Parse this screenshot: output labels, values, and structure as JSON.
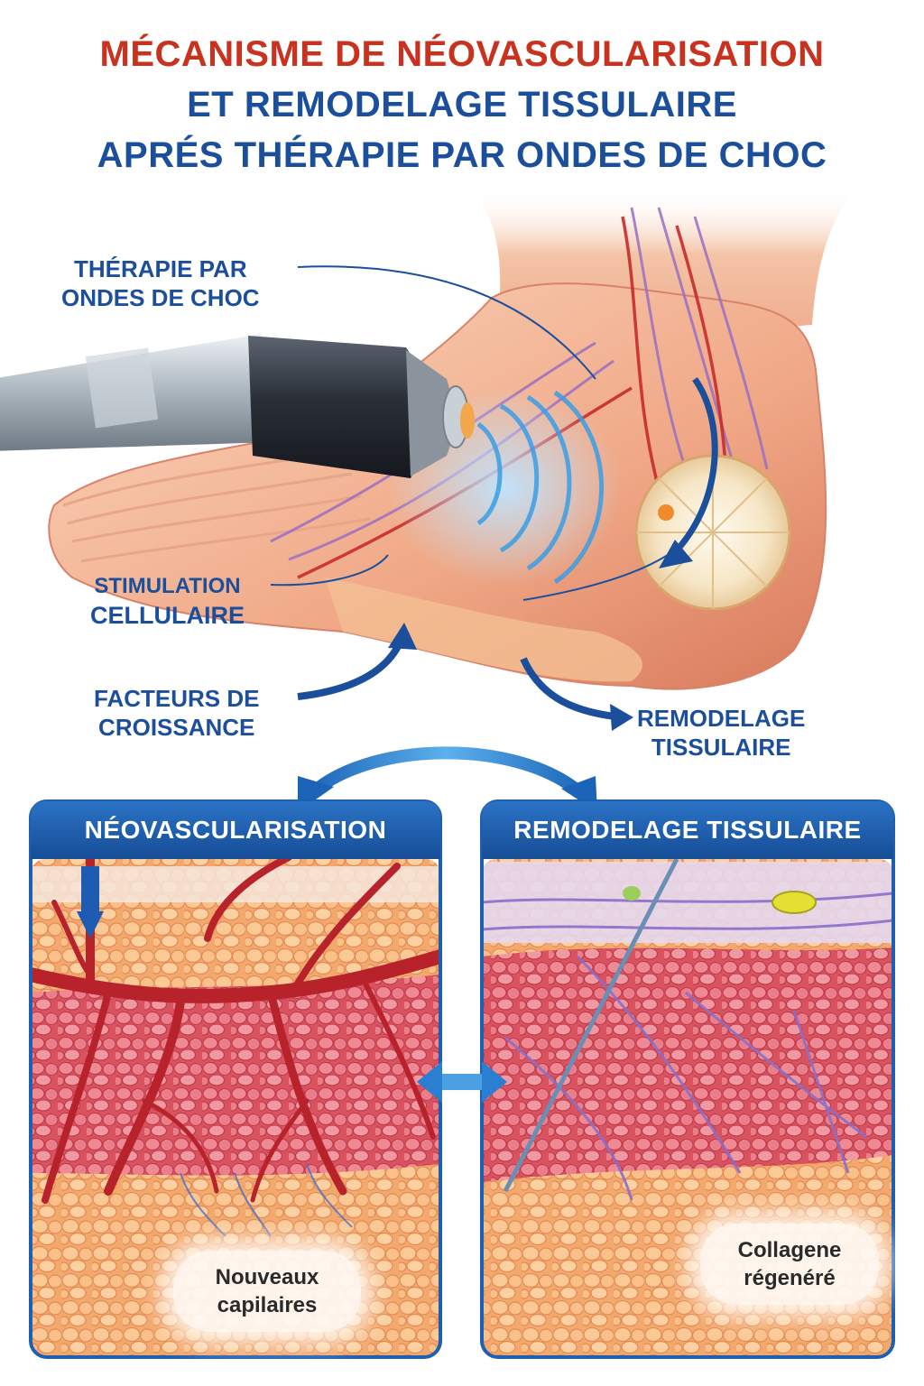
{
  "title": {
    "line1": "MÉCANISME DE NÉOVASCULARISATION",
    "line2": "ET REMODELAGE TISSULAIRE",
    "line3": "APRÉS THÉRAPIE PAR ONDES DE CHOC"
  },
  "labels": {
    "therapy": [
      "THÉRAPIE PAR",
      "ONDES DE CHOC"
    ],
    "stimulation": [
      "STIMULATION",
      "CELLULAIRE"
    ],
    "growth_factors": [
      "FACTEURS DE",
      "CROISSANCE"
    ],
    "remodeling": [
      "REMODELAGE",
      "TISSULAIRE"
    ]
  },
  "panels": {
    "left": {
      "title": "NÉOVASCULARISATION",
      "callout": [
        "Nouveaux",
        "capilaires"
      ]
    },
    "right": {
      "title": "REMODELAGE TISSULAIRE",
      "callout": [
        "Collagene",
        "régenéré"
      ]
    }
  },
  "colors": {
    "title_red": "#c8321f",
    "title_blue": "#1b4f9c",
    "panel_header": "#1d5fb0",
    "vessel_red": "#c0282c",
    "skin": "#f2b48f",
    "fat": "#f6b77c",
    "muscle": "#e6697a",
    "wave_blue": "#4aa8e8"
  }
}
